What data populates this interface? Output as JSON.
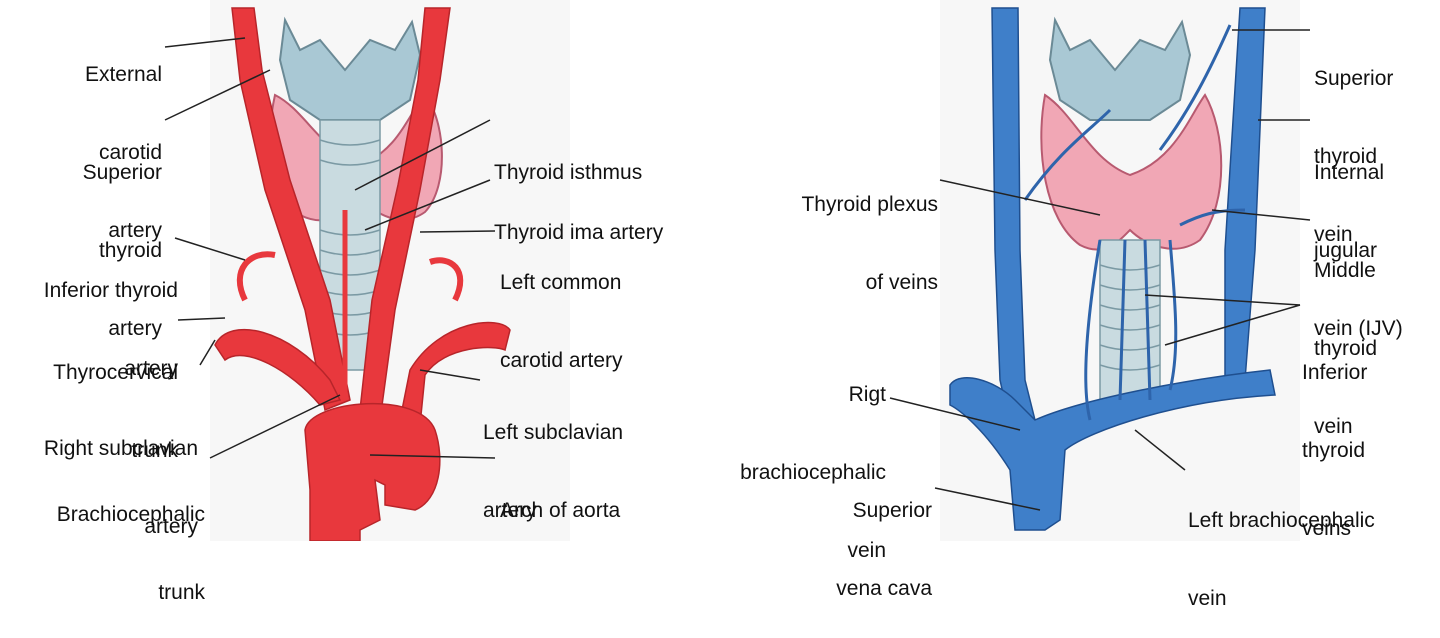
{
  "arterial_labels": {
    "external_carotid": [
      "External",
      "carotid",
      "artery"
    ],
    "superior_thyroid_artery": [
      "Superior",
      "thyroid",
      "artery"
    ],
    "inferior_thyroid_artery": [
      "Inferior thyroid",
      "artery"
    ],
    "thyrocervical_trunk": [
      "Thyrocervical",
      "trunk"
    ],
    "right_subclavian_artery": [
      "Right subclavian",
      "artery"
    ],
    "brachiocephalic_trunk": [
      "Brachiocephalic",
      "trunk"
    ],
    "thyroid_isthmus": [
      "Thyroid isthmus"
    ],
    "thyroid_ima_artery": [
      "Thyroid ima artery"
    ],
    "left_common_carotid": [
      "Left common",
      "carotid artery"
    ],
    "left_subclavian_artery": [
      "Left subclavian",
      "artery"
    ],
    "arch_of_aorta": [
      "Arch of aorta"
    ]
  },
  "venous_labels": {
    "thyroid_plexus": [
      "Thyroid plexus",
      "of veins"
    ],
    "rigt_brachiocephalic_vein": [
      "Rigt",
      "brachiocephalic",
      "vein"
    ],
    "superior_vena_cava": [
      "Superior",
      "vena cava"
    ],
    "superior_thyroid_vein": [
      "Superior",
      "thyroid",
      "vein"
    ],
    "internal_jugular_vein": [
      "Internal",
      "jugular",
      "vein (IJV)"
    ],
    "middle_thyroid_vein": [
      "Middle",
      "thyroid",
      "vein"
    ],
    "inferior_thyroid_veins": [
      "Inferior",
      "thyroid",
      "veins"
    ],
    "left_brachiocephalic_vein": [
      "Left brachiocephalic",
      "vein"
    ]
  },
  "colors": {
    "artery": "#e8383d",
    "artery_dark": "#b8252a",
    "vein": "#3f7fc9",
    "vein_dark": "#1f4f8f",
    "thyroid": "#f1a7b5",
    "cartilage": "#a9c8d4",
    "trachea": "#c9dbe0"
  }
}
